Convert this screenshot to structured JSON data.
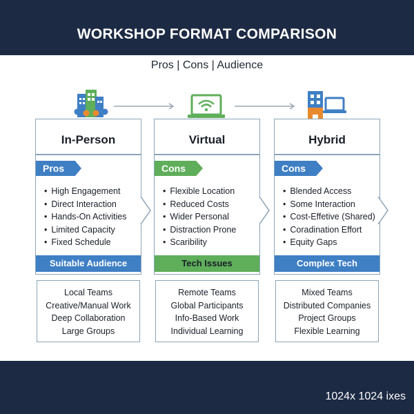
{
  "header": {
    "title": "WORKSHOP FORMAT COMPARISON",
    "subtitle": "Pros | Cons | Audience"
  },
  "colors": {
    "navy": "#1c2a44",
    "blue": "#3f7fc4",
    "green": "#5fae5a",
    "orange": "#e98a2e",
    "border": "#8aa4b8"
  },
  "columns": [
    {
      "icon": "building-people-icon",
      "title": "In-Person",
      "tag": "Pros",
      "tag_color": "#3f7fc4",
      "items": [
        "High Engagement",
        "Direct Interaction",
        "Hands-On Activities",
        "Limited Capacity",
        "Fixed Schedule"
      ],
      "bar": "Suitable Audience",
      "bar_color": "#3f7fc4",
      "audience": [
        "Local Teams",
        "Creative/Manual Work",
        "Deep Collaboration",
        "Large Groups"
      ]
    },
    {
      "icon": "laptop-wifi-icon",
      "title": "Virtual",
      "tag": "Cons",
      "tag_color": "#5fae5a",
      "items": [
        "Flexible Location",
        "Reduced Costs",
        "Wider Personal",
        "Distraction Prone",
        "Scaribility"
      ],
      "bar": "Tech Issues",
      "bar_color": "#5fae5a",
      "audience": [
        "Remote Teams",
        "Global Participants",
        "Info-Based Work",
        "Individual Learning"
      ]
    },
    {
      "icon": "building-laptop-icon",
      "title": "Hybrid",
      "tag": "Cons",
      "tag_color": "#3f7fc4",
      "items": [
        "Blended Access",
        "Some Interaction",
        "Cost-Effetive (Shared)",
        "Coradination Effort",
        "Equity Gaps"
      ],
      "bar": "Complex Tech",
      "bar_color": "#3f7fc4",
      "audience": [
        "Mixed Teams",
        "Distributed Companies",
        "Project Groups",
        "Flexible Learning"
      ]
    }
  ],
  "footer": {
    "text": "1024x 1024 ixes"
  }
}
